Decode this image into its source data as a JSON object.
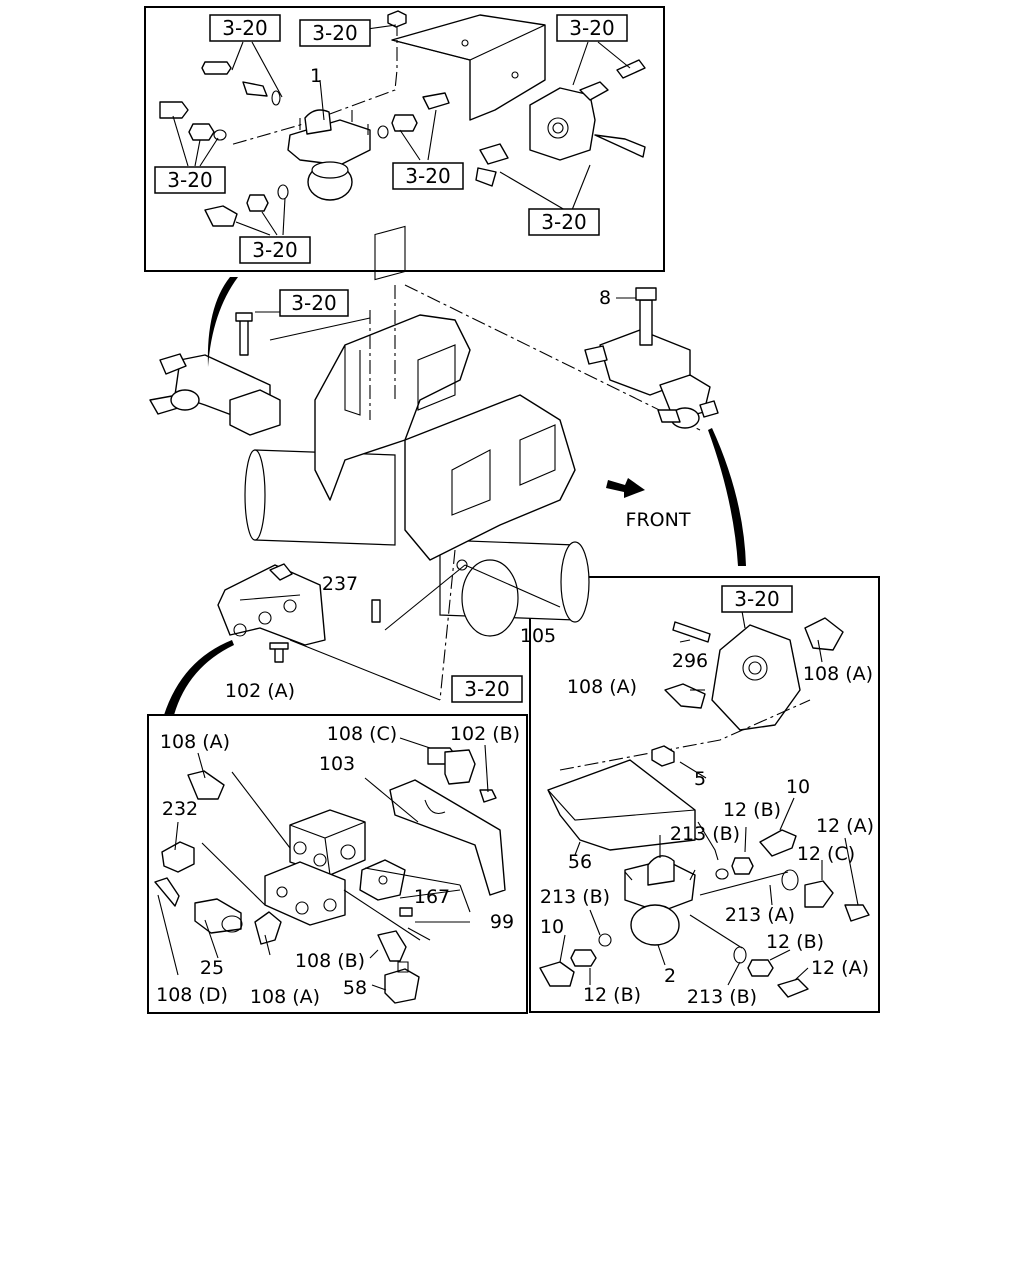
{
  "diagram": {
    "direction_label": "FRONT",
    "ref_label": "3-20",
    "part_labels": {
      "p1": "1",
      "p8": "8",
      "p237": "237",
      "p105": "105",
      "p102a": "102 (A)",
      "p296": "296",
      "p108a_r1": "108 (A)",
      "p108a_r2": "108 (A)",
      "p5": "5",
      "p10_r": "10",
      "p12b_r1": "12 (B)",
      "p12a_r1": "12 (A)",
      "p213b_r1": "213 (B)",
      "p12c": "12 (C)",
      "p56": "56",
      "p213a": "213 (A)",
      "p213b_r2": "213 (B)",
      "p10_l": "10",
      "p2": "2",
      "p12b_r2": "12 (B)",
      "p12a_r2": "12 (A)",
      "p12b_r3": "12 (B)",
      "p213b_r3": "213 (B)",
      "p108a_l1": "108 (A)",
      "p108c": "108 (C)",
      "p102b": "102 (B)",
      "p103": "103",
      "p232": "232",
      "p167": "167",
      "p99": "99",
      "p108b": "108 (B)",
      "p25": "25",
      "p58": "58",
      "p108d": "108 (D)",
      "p108a_l2": "108 (A)"
    },
    "icons": [
      "front-arrow-icon"
    ]
  }
}
